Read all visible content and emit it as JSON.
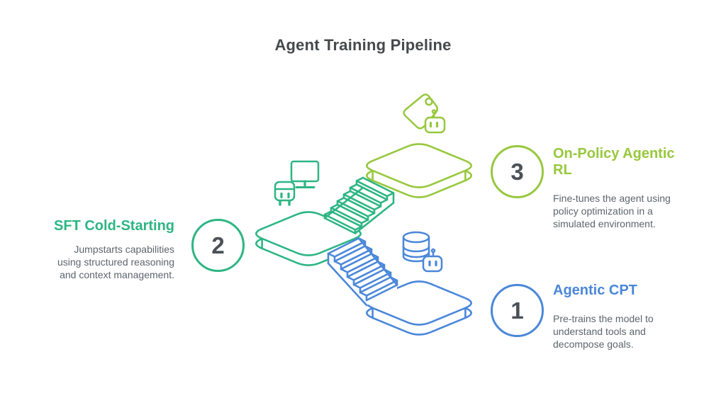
{
  "title": "Agent Training Pipeline",
  "colors": {
    "blue": "#4a87d9",
    "green": "#2db584",
    "lime": "#97c83d",
    "heading": "#45494c",
    "number": "#4b5157",
    "body": "#5d646d"
  },
  "steps": [
    {
      "number": "1",
      "title": "Agentic CPT",
      "description": "Pre-trains the model to understand tools and decompose goals.",
      "color": "#4a87d9",
      "icon": "database-robot-icon"
    },
    {
      "number": "2",
      "title": "SFT Cold-Starting",
      "description": "Jumpstarts capabilities using structured reasoning and context management.",
      "color": "#2db584",
      "icon": "monitor-robot-icon"
    },
    {
      "number": "3",
      "title": "On-Policy Agentic RL",
      "description": "Fine-tunes the agent using policy optimization in a simulated environment.",
      "color": "#97c83d",
      "icon": "tag-robot-icon"
    }
  ]
}
